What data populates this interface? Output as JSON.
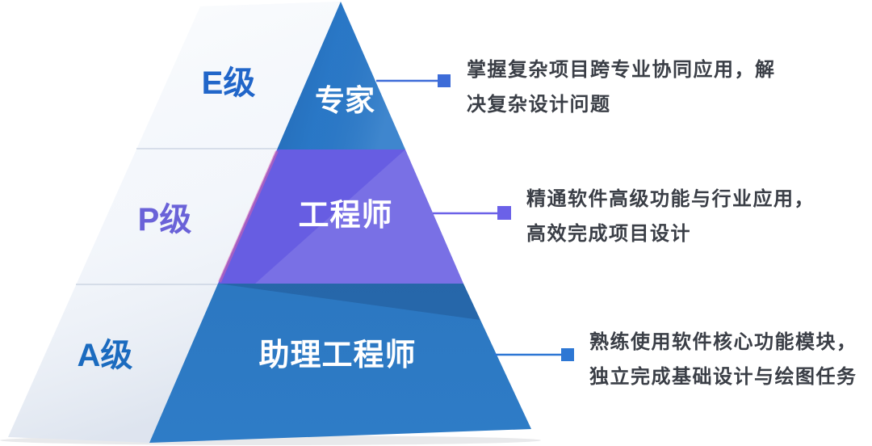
{
  "canvas": {
    "background": "#ffffff"
  },
  "pyramid": {
    "left_face_color": "#f3f6fb",
    "role_text_color": "#ffffff",
    "description_text_color": "#3a3e46",
    "levels": [
      {
        "grade_label": "E级",
        "grade_color": "#2166c9",
        "role_label": "专家",
        "segment_color": "#2a79c8",
        "marker_color": "#3d6cd8",
        "description_line1": "掌握复杂项目跨专业协同应用，解",
        "description_line2": "决复杂设计问题"
      },
      {
        "grade_label": "P级",
        "grade_color": "#6a62d8",
        "role_label": "工程师",
        "segment_color": "#675de2",
        "marker_color": "#6b61e8",
        "description_line1": "精通软件高级功能与行业应用，",
        "description_line2": "高效完成项目设计"
      },
      {
        "grade_label": "A级",
        "grade_color": "#1b6bbf",
        "role_label": "助理工程师",
        "segment_color": "#2e7cc7",
        "marker_color": "#2d77d4",
        "description_line1": "熟练使用软件核心功能模块，",
        "description_line2": "独立完成基础设计与绘图任务"
      }
    ]
  }
}
